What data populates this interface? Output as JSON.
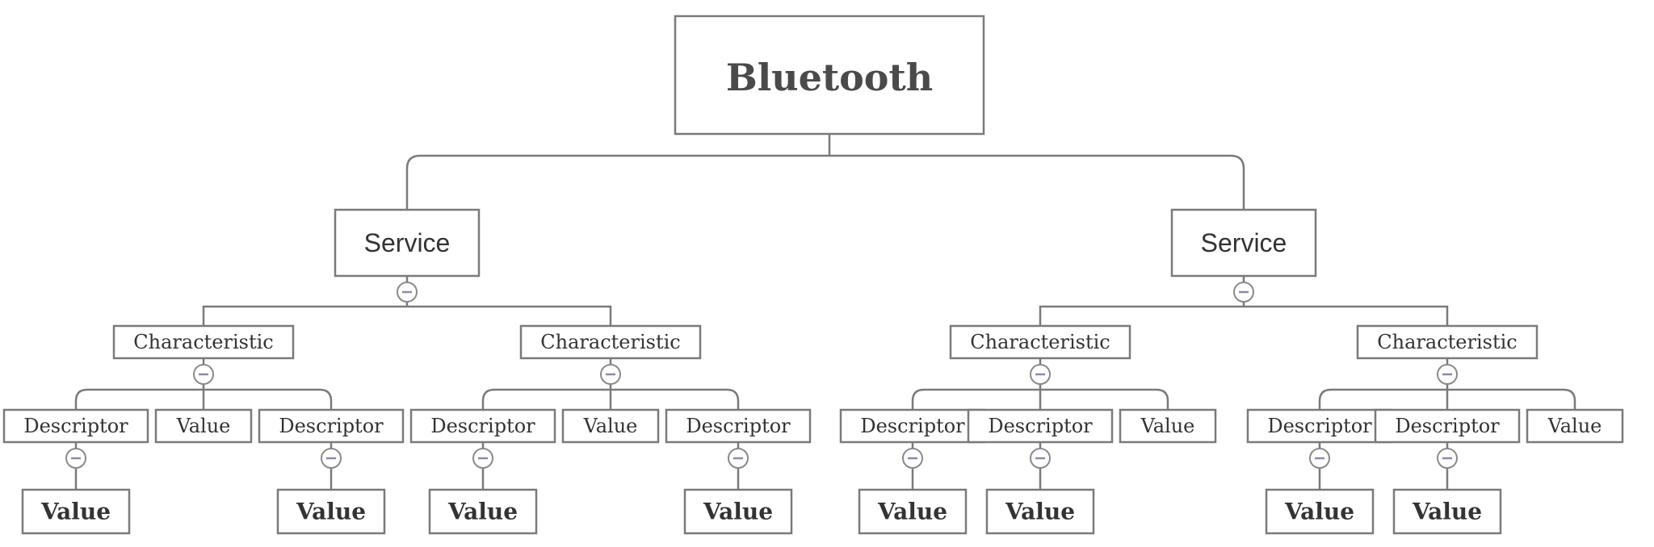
{
  "root": {
    "label": "Bluetooth"
  },
  "services": [
    {
      "label": "Service",
      "characteristics": [
        {
          "label": "Characteristic",
          "children": [
            {
              "label": "Descriptor",
              "value": "Value"
            },
            {
              "label": "Value"
            },
            {
              "label": "Descriptor",
              "value": "Value"
            }
          ]
        },
        {
          "label": "Characteristic",
          "children": [
            {
              "label": "Descriptor",
              "value": "Value"
            },
            {
              "label": "Value"
            },
            {
              "label": "Descriptor",
              "value": "Value"
            }
          ]
        }
      ]
    },
    {
      "label": "Service",
      "characteristics": [
        {
          "label": "Characteristic",
          "children": [
            {
              "label": "Descriptor",
              "value": "Value"
            },
            {
              "label": "Descriptor",
              "value": "Value"
            },
            {
              "label": "Value"
            }
          ]
        },
        {
          "label": "Characteristic",
          "children": [
            {
              "label": "Descriptor",
              "value": "Value"
            },
            {
              "label": "Descriptor",
              "value": "Value"
            },
            {
              "label": "Value"
            }
          ]
        }
      ]
    }
  ],
  "colors": {
    "line": "#7a7a7a",
    "text": "#333333",
    "toggle": "#8a8aa8"
  },
  "icons": {
    "collapse": "minus-circle-icon"
  }
}
